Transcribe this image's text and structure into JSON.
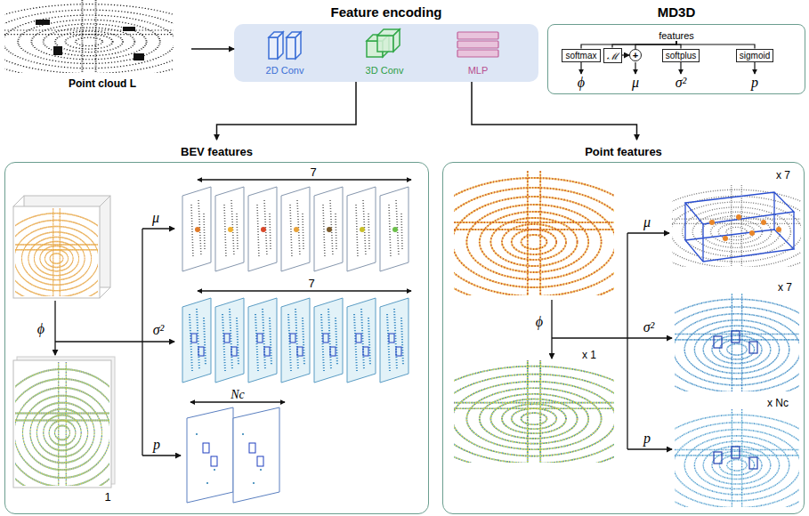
{
  "diagram": {
    "nodes": [
      {
        "text": [
          "Point cloud L"
        ]
      },
      {
        "text": [
          "Feature encoding"
        ]
      },
      {
        "text": [
          "2D Conv"
        ],
        "in": 1
      },
      {
        "text": [
          "3D Conv"
        ],
        "in": 1
      },
      {
        "text": [
          "MLP"
        ],
        "in": 1
      },
      {
        "text": [
          "MD3D"
        ]
      },
      {
        "text": [
          "features"
        ],
        "in": 5
      },
      {
        "text": [
          "softmax"
        ],
        "in": 5
      },
      {
        "text": [
          "ℳ"
        ],
        "in": 5
      },
      {
        "text": [
          "+"
        ],
        "in": 5
      },
      {
        "text": [
          "softplus"
        ],
        "in": 5
      },
      {
        "text": [
          "sigmoid"
        ],
        "in": 5
      },
      {
        "text": [
          "BEV features"
        ]
      },
      {
        "text": [
          "Point features"
        ]
      }
    ],
    "edges": [
      {
        "from": 0,
        "to": 1,
        "arrow": "to"
      },
      {
        "from": 1,
        "to": 12,
        "arrow": "to"
      },
      {
        "from": 1,
        "to": 13,
        "arrow": "to"
      },
      {
        "from": 6,
        "to": 7,
        "arrow": "none"
      },
      {
        "from": 6,
        "to": 8,
        "arrow": "none"
      },
      {
        "from": 6,
        "to": 9,
        "arrow": "none"
      },
      {
        "from": 6,
        "to": 10,
        "arrow": "none"
      },
      {
        "from": 6,
        "to": 11,
        "arrow": "none"
      },
      {
        "from": 8,
        "to": 9,
        "arrow": "to"
      }
    ],
    "labels": [
      "ϕ",
      "μ",
      "σ²",
      "p",
      "μ",
      "σ²",
      "p",
      "ϕ",
      "7",
      "7",
      "Nc",
      "1",
      "μ",
      "σ²",
      "p",
      "ϕ",
      "x 7",
      "x 7",
      "x Nc",
      "x 1"
    ]
  }
}
